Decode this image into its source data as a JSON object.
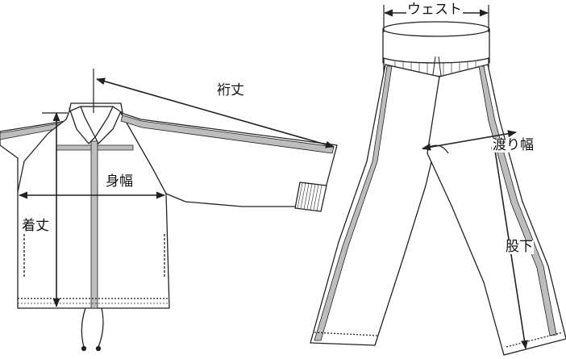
{
  "jacket": {
    "labels": {
      "sleeve_length": "裄丈",
      "chest_width": "身幅",
      "body_length": "着丈"
    }
  },
  "pants": {
    "labels": {
      "waist": "ウェスト",
      "thigh_width": "渡り幅",
      "inseam": "股下"
    }
  },
  "colors": {
    "line": "#222222",
    "stripe_fill": "#bdbdbd",
    "background": "#ffffff"
  }
}
